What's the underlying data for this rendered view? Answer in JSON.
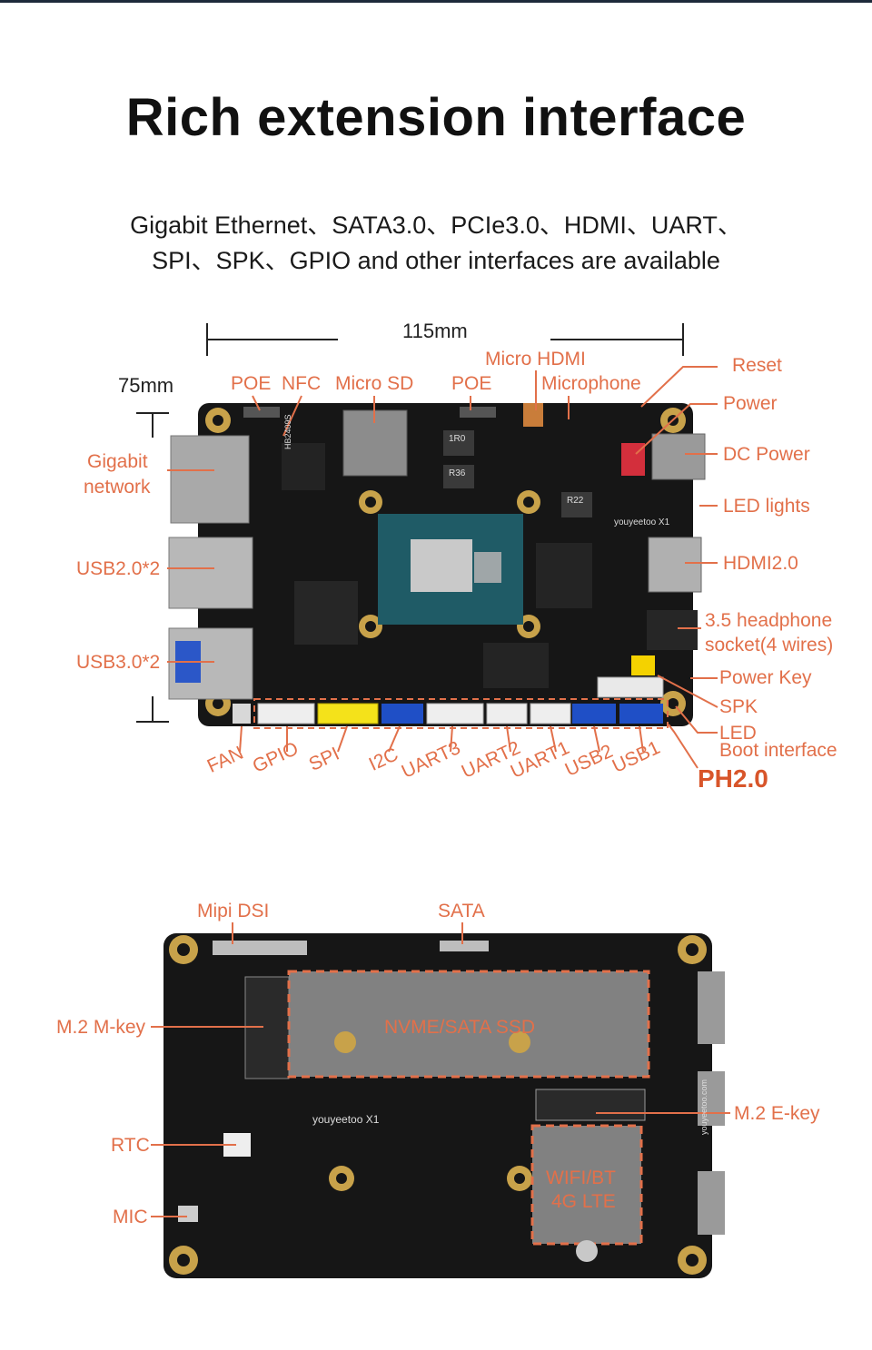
{
  "title": "Rich extension interface",
  "subtitle": {
    "line1": "Gigabit Ethernet、SATA3.0、PCIe3.0、HDMI、UART、",
    "line2": "SPI、SPK、GPIO and other interfaces are available"
  },
  "top_board": {
    "width_label": "115mm",
    "height_label": "75mm",
    "labels": {
      "poe1": "POE",
      "nfc": "NFC",
      "microsd": "Micro SD",
      "poe2": "POE",
      "microhdmi": "Micro HDMI",
      "microphone": "Microphone",
      "reset": "Reset",
      "power": "Power",
      "dcpower": "DC Power",
      "ledlights": "LED lights",
      "hdmi": "HDMI2.0",
      "headphone1": "3.5 headphone",
      "headphone2": "socket(4 wires)",
      "powerkey": "Power Key",
      "spk": "SPK",
      "led": "LED",
      "boot": "Boot interface",
      "gigabit1": "Gigabit",
      "gigabit2": "network",
      "usb2": "USB2.0*2",
      "usb3": "USB3.0*2",
      "fan": "FAN",
      "gpio": "GPIO",
      "spi": "SPI",
      "i2c": "I2C",
      "uart3": "UART3",
      "uart2": "UART2",
      "uart1": "UART1",
      "usbp2": "USB2",
      "usbp1": "USB1",
      "ph": "PH2.0"
    },
    "silkscreen": {
      "brand": "youyeetoo X1",
      "chip1": "HB2409S",
      "chip2": "1R0",
      "chip3": "R36",
      "chip4": "R22"
    }
  },
  "bottom_board": {
    "labels": {
      "mipi": "Mipi DSI",
      "sata": "SATA",
      "mkey": "M.2 M-key",
      "nvme": "NVME/SATA SSD",
      "ekey": "M.2 E-key",
      "rtc": "RTC",
      "mic": "MIC",
      "wifi1": "WIFI/BT",
      "wifi2": "4G LTE"
    },
    "silkscreen": {
      "brand": "youyeetoo X1",
      "site": "youyeetoo.com"
    }
  },
  "colors": {
    "accent": "#e2704a",
    "board": "#1a1a1a",
    "cpu": "#2a6f7a"
  }
}
